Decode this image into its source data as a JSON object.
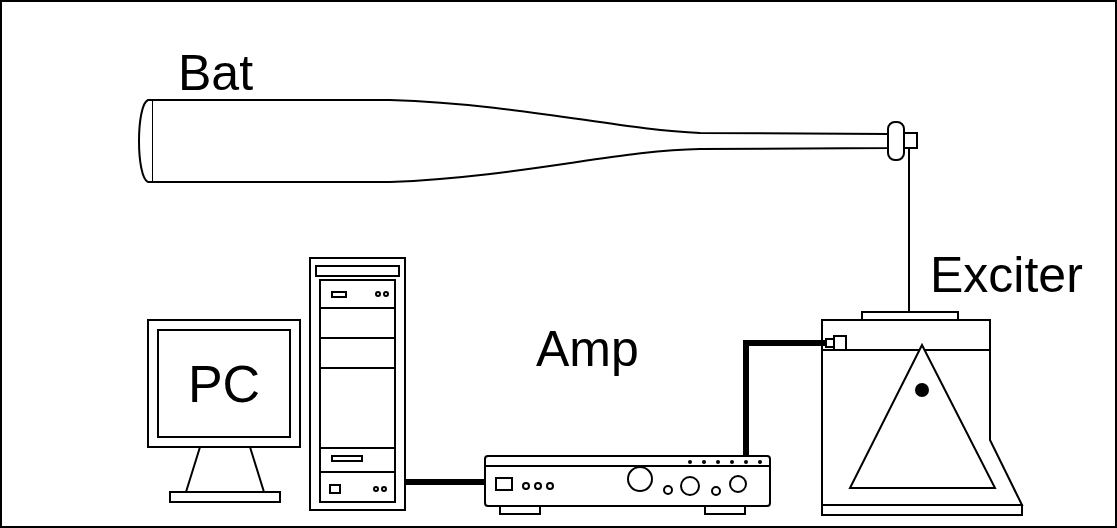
{
  "diagram": {
    "nodes": [
      {
        "text": [
          "PC"
        ]
      }
    ],
    "labels": [
      "Bat",
      "Amp",
      "Exciter"
    ]
  }
}
